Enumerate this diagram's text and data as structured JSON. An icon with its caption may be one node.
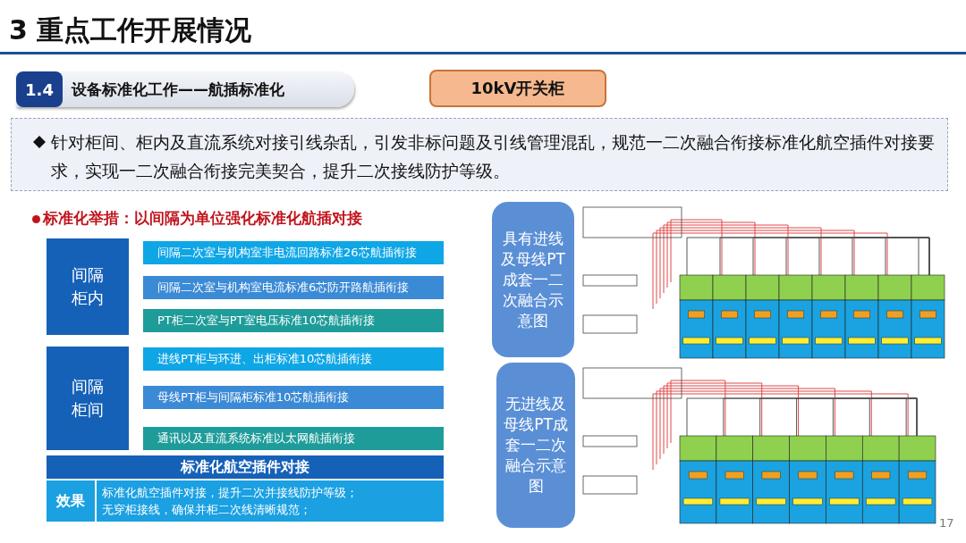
{
  "diagram": {
    "title": "3 重点工作开展情况",
    "nodes": [
      {
        "text": [
          "1.4",
          "设备标准化工作——航插标准化"
        ]
      },
      {
        "text": [
          "10kV开关柜"
        ]
      },
      {
        "text": [
          "针对柜间、柜内及直流系统对接引线杂乱，引发非标问题及引线管理混乱，规范一二次融合衔接标准化航空插件对接要求，实现一二次融合衔接完美契合，提升二次接线防护等级。"
        ]
      },
      {
        "text": [
          "间隔柜内"
        ]
      },
      {
        "text": [
          "间隔二次室与机构室非电流回路标准26芯航插衔接"
        ]
      },
      {
        "text": [
          "间隔二次室与机构室电流标准6芯防开路航插衔接"
        ]
      },
      {
        "text": [
          "PT柜二次室与PT室电压标准10芯航插衔接"
        ]
      },
      {
        "text": [
          "间隔柜间"
        ]
      },
      {
        "text": [
          "进线PT柜与环进、出柜标准10芯航插衔接"
        ]
      },
      {
        "text": [
          "母线PT柜与间隔柜标准10芯航插衔接"
        ]
      },
      {
        "text": [
          "通讯以及直流系统标准以太网航插衔接"
        ]
      },
      {
        "text": [
          "标准化航空插件对接"
        ]
      },
      {
        "text": [
          "效果"
        ]
      },
      {
        "text": [
          "标准化航空插件对接，提升二次并接线防护等级；",
          "无穿柜接线，确保并柜二次线清晰规范；"
        ]
      },
      {
        "text": [
          "具有进线及母线PT成套一二次融合示意图"
        ]
      },
      {
        "text": [
          "无进线及母线PT成套一二次融合示意图"
        ]
      }
    ],
    "labels": [
      "标准化举措：以间隔为单位强化标准化航插对接",
      "17"
    ]
  }
}
